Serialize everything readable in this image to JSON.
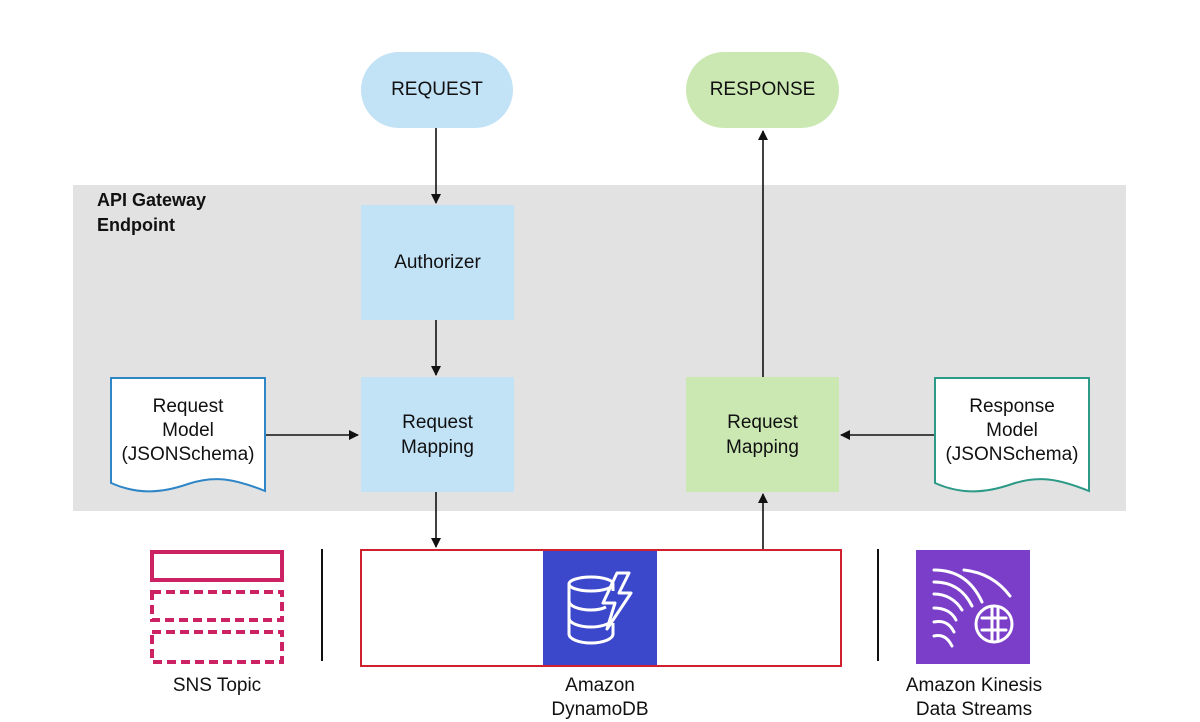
{
  "nodes": {
    "request": "REQUEST",
    "response": "RESPONSE",
    "gateway_label": "API Gateway\nEndpoint",
    "authorizer": "Authorizer",
    "request_mapping_left": "Request\nMapping",
    "request_mapping_right": "Request\nMapping",
    "request_model": "Request\nModel\n(JSONSchema)",
    "response_model": "Response\nModel\n(JSONSchema)"
  },
  "targets": {
    "sns": "SNS Topic",
    "dynamodb": "Amazon\nDynamoDB",
    "kinesis": "Amazon Kinesis\nData Streams"
  },
  "colors": {
    "request_fill": "#c2e2f6",
    "response_fill": "#cbe8b3",
    "gateway_bg": "#e2e2e2",
    "sns": "#cc2264",
    "dynamodb": "#3b48cc",
    "kinesis": "#7a3ec9",
    "target_border": "#d0212e"
  },
  "icons": {
    "sns": "sns-topic-icon",
    "dynamodb": "dynamodb-icon",
    "kinesis": "kinesis-data-streams-icon"
  }
}
